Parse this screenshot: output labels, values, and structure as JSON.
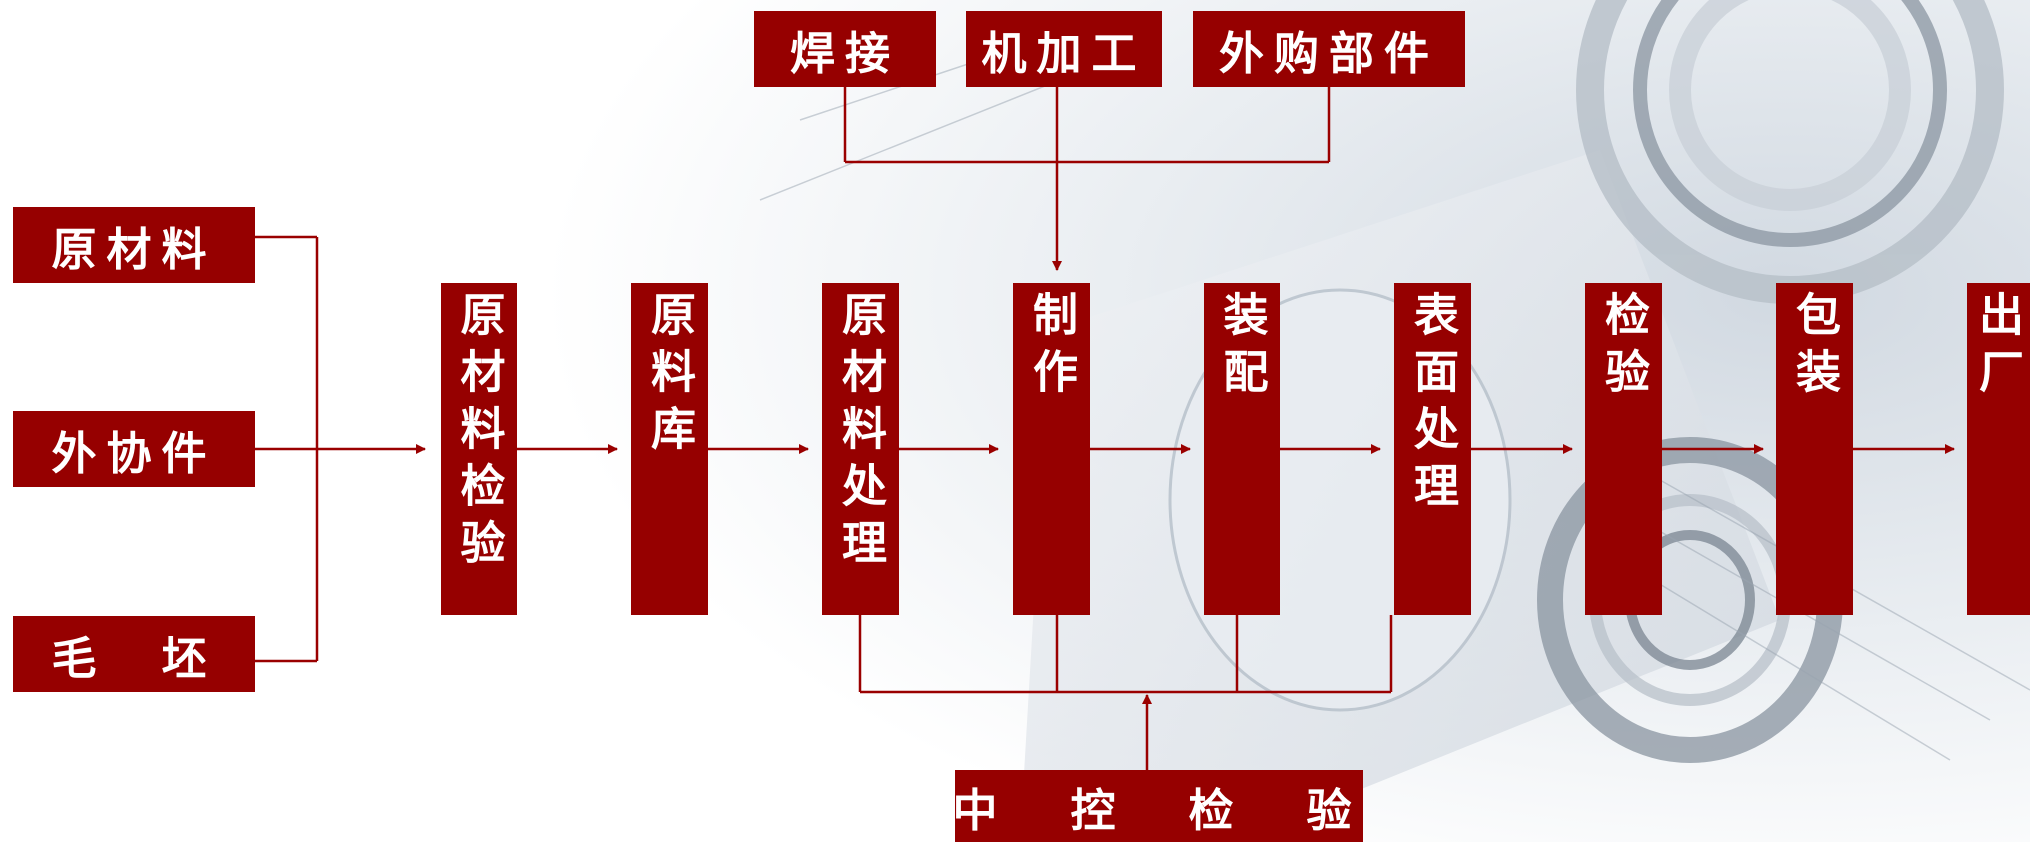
{
  "inputs": [
    "原材料",
    "外协件",
    "毛　坯"
  ],
  "top_sources": [
    "焊接",
    "机加工",
    "外购部件"
  ],
  "steps": [
    "原材料检验",
    "原料库",
    "原材料处理",
    "制作",
    "装配",
    "表面处理",
    "检验",
    "包装",
    "出厂"
  ],
  "qc": "中　控　检　验",
  "colors": {
    "box": "#960000",
    "line": "#9a0000"
  }
}
